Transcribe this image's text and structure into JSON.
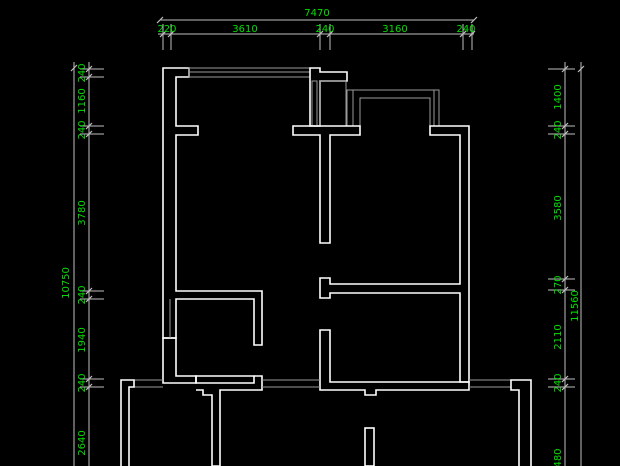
{
  "drawing": {
    "top_overall": "7470",
    "top_segments": [
      "220",
      "3610",
      "240",
      "3160",
      "240"
    ],
    "left_overall": "10750",
    "left_segments": [
      "240",
      "1160",
      "240",
      "3780",
      "240",
      "1940",
      "240",
      "2640"
    ],
    "right_overall": "11560",
    "right_segments": [
      "1400",
      "240",
      "3580",
      "270",
      "2110",
      "240",
      "480"
    ]
  },
  "colors": {
    "background": "#000000",
    "dimension_text": "#00e000",
    "dimension_line": "#bfbfbf",
    "wall": "#ffffff"
  }
}
